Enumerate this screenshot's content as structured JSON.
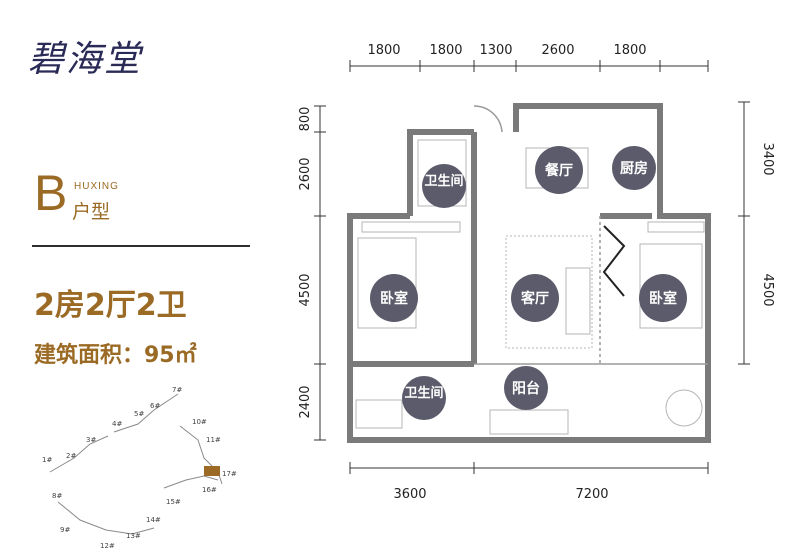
{
  "brand": {
    "logo": "碧海堂"
  },
  "unit": {
    "letter": "B",
    "pinyin": "HUXING",
    "type_label": "户型",
    "rooms": "2房2厅2卫",
    "area_label": "建筑面积：95㎡"
  },
  "dimensions": {
    "top": [
      "1800",
      "1800",
      "1300",
      "2600",
      "1800"
    ],
    "bottom": [
      "3600",
      "7200"
    ],
    "left": [
      "800",
      "2600",
      "4500",
      "2400"
    ],
    "right": [
      "3400",
      "4500"
    ]
  },
  "rooms": {
    "dining": "餐厅",
    "kitchen": "厨房",
    "bath_top": "卫生间",
    "bedroom_left": "卧室",
    "living": "客厅",
    "bedroom_right": "卧室",
    "bath_bottom": "卫生间",
    "balcony": "阳台"
  },
  "site_map": {
    "buildings": [
      "1#",
      "2#",
      "3#",
      "4#",
      "5#",
      "6#",
      "7#",
      "8#",
      "9#",
      "10#",
      "11#",
      "12#",
      "13#",
      "14#",
      "15#",
      "16#",
      "17#"
    ],
    "highlight_color": "#9b6b25"
  },
  "colors": {
    "accent": "#9b6b25",
    "logo": "#2a2a57",
    "room_badge": "#5b5b6b"
  }
}
